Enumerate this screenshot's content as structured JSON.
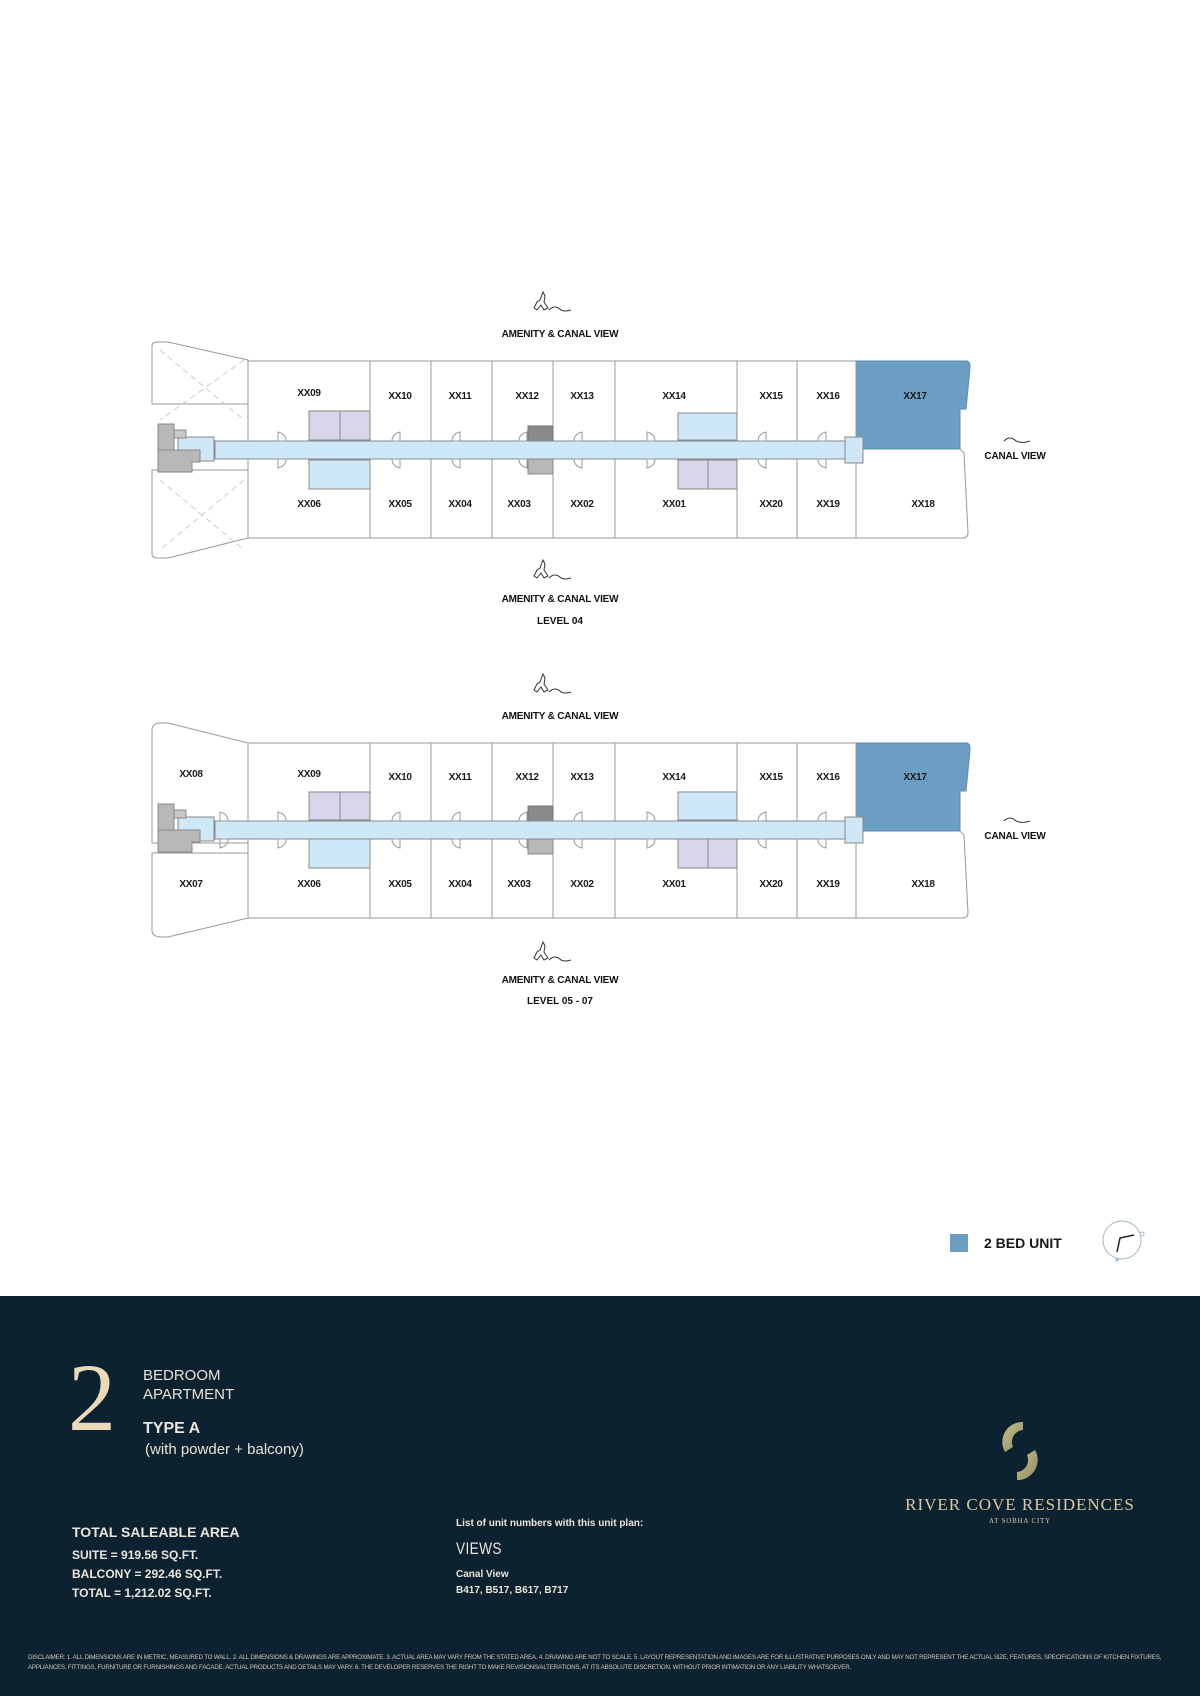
{
  "colors": {
    "highlight_unit": "#6b9ec2",
    "corridor": "#cfe8f8",
    "service_lavender": "#d8d6ea",
    "core_gray": "#b8b8b8",
    "core_dark": "#8a8a8a",
    "footer_bg": "#0c2230",
    "accent_gold": "#ecd9b7"
  },
  "plans": [
    {
      "top_view": "AMENITY & CANAL VIEW",
      "bottom_view": "AMENITY & CANAL VIEW",
      "side_view": "CANAL VIEW",
      "level": "LEVEL 04",
      "units": {
        "north": [
          "XX09",
          "XX10",
          "XX11",
          "XX12",
          "XX13",
          "XX14",
          "XX15",
          "XX16",
          "XX17"
        ],
        "south": [
          "XX06",
          "XX05",
          "XX04",
          "XX03",
          "XX02",
          "XX01",
          "XX20",
          "XX19",
          "XX18"
        ],
        "west": []
      },
      "highlighted": "XX17"
    },
    {
      "top_view": "AMENITY & CANAL VIEW",
      "bottom_view": "AMENITY & CANAL VIEW",
      "side_view": "CANAL VIEW",
      "level": "LEVEL 05 - 07",
      "units": {
        "north": [
          "XX09",
          "XX10",
          "XX11",
          "XX12",
          "XX13",
          "XX14",
          "XX15",
          "XX16",
          "XX17"
        ],
        "south": [
          "XX06",
          "XX05",
          "XX04",
          "XX03",
          "XX02",
          "XX01",
          "XX20",
          "XX19",
          "XX18"
        ],
        "west": [
          "XX08",
          "XX07"
        ]
      },
      "highlighted": "XX17"
    }
  ],
  "legend": {
    "label": "2 BED UNIT",
    "icon": "square-swatch"
  },
  "compass": {
    "icon": "north-arrow-compass"
  },
  "footer": {
    "number": "2",
    "bedroom": "BEDROOM",
    "apartment": "APARTMENT",
    "type": "TYPE A",
    "with": "(with powder + balcony)",
    "area": {
      "title": "TOTAL SALEABLE AREA",
      "suite": "SUITE = 919.56 SQ.FT.",
      "balcony": "BALCONY = 292.46 SQ.FT.",
      "total": "TOTAL = 1,212.02 SQ.FT."
    },
    "views": {
      "intro": "List of unit numbers with this unit plan:",
      "title": "VIEWS",
      "category": "Canal View",
      "units": "B417, B517, B617, B717"
    },
    "brand": {
      "name": "RIVER COVE RESIDENCES",
      "sub": "AT SOBHA CITY"
    },
    "disclaimer": "DISCLAIMER: 1. ALL DIMENSIONS ARE IN METRIC, MEASURED TO WALL. 2. ALL DIMENSIONS & DRAWINGS ARE APPROXIMATE. 3. ACTUAL AREA MAY VARY FROM THE STATED AREA. 4. DRAWING ARE NOT TO SCALE. 5. LAYOUT REPRESENTATION AND IMAGES ARE FOR ILLUSTRATIVE PURPOSES ONLY AND MAY NOT REPRESENT THE ACTUAL SIZE, FEATURES, SPECIFICATIONS OF KITCHEN FIXTURES, APPLIANCES, FITTINGS, FURNITURE OR FURNISHINGS AND FACADE. ACTUAL PRODUCTS AND DETAILS MAY VARY. 6. THE DEVELOPER RESERVES THE RIGHT TO MAKE REVISIONS/ALTERATIONS, AT ITS ABSOLUTE DISCRETION, WITHOUT PRIOR INTIMATION OR ANY LIABILITY WHATSOEVER."
  }
}
